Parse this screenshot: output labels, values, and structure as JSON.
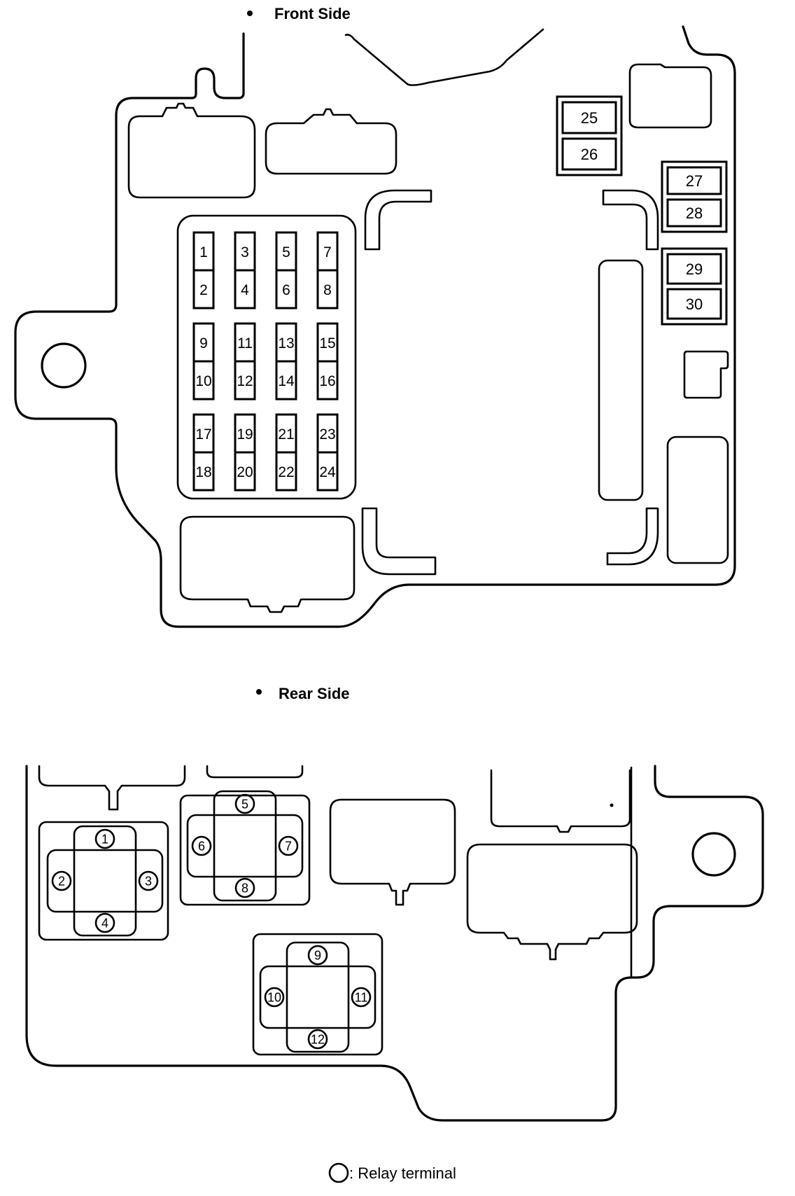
{
  "front_side": {
    "title": "Front Side",
    "small_fuses": [
      "1",
      "2",
      "3",
      "4",
      "5",
      "6",
      "7",
      "8",
      "9",
      "10",
      "11",
      "12",
      "13",
      "14",
      "15",
      "16",
      "17",
      "18",
      "19",
      "20",
      "21",
      "22",
      "23",
      "24"
    ],
    "block_fuses": [
      "25",
      "26",
      "27",
      "28",
      "29",
      "30"
    ]
  },
  "rear_side": {
    "title": "Rear Side",
    "relay_terminals": [
      "1",
      "2",
      "3",
      "4",
      "5",
      "6",
      "7",
      "8",
      "9",
      "10",
      "11",
      "12"
    ]
  },
  "legend": {
    "text": ": Relay terminal"
  }
}
